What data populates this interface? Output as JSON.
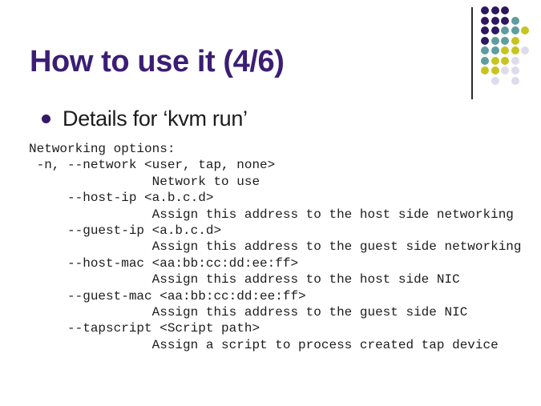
{
  "slide": {
    "title": "How to use it (4/6)",
    "bullet_label": "Details for ‘kvm run’",
    "code_lines": [
      "Networking options:",
      " -n, --network <user, tap, none>",
      "                Network to use",
      "     --host-ip <a.b.c.d>",
      "                Assign this address to the host side networking",
      "     --guest-ip <a.b.c.d>",
      "                Assign this address to the guest side networking",
      "     --host-mac <aa:bb:cc:dd:ee:ff>",
      "                Assign this address to the host side NIC",
      "     --guest-mac <aa:bb:cc:dd:ee:ff>",
      "                Assign this address to the guest side NIC",
      "     --tapscript <Script path>",
      "                Assign a script to process created tap device"
    ]
  },
  "colors": {
    "background": "#ffffff",
    "title": "#3b1e74",
    "bullet_dot": "#35196b",
    "body_text": "#1c1c1c"
  },
  "decoration": {
    "dot_colors": {
      "P": "#2d175f",
      "T": "#5f9c9e",
      "Y": "#c6c41f",
      "L": "#dcdcec"
    },
    "pattern": [
      [
        "P",
        "P",
        "P",
        "",
        ""
      ],
      [
        "P",
        "P",
        "P",
        "T",
        ""
      ],
      [
        "P",
        "P",
        "T",
        "T",
        "Y"
      ],
      [
        "P",
        "T",
        "T",
        "Y",
        ""
      ],
      [
        "T",
        "T",
        "Y",
        "Y",
        "L"
      ],
      [
        "T",
        "Y",
        "Y",
        "L",
        ""
      ],
      [
        "Y",
        "Y",
        "L",
        "L",
        ""
      ],
      [
        "",
        "L",
        "",
        "L",
        ""
      ]
    ]
  }
}
